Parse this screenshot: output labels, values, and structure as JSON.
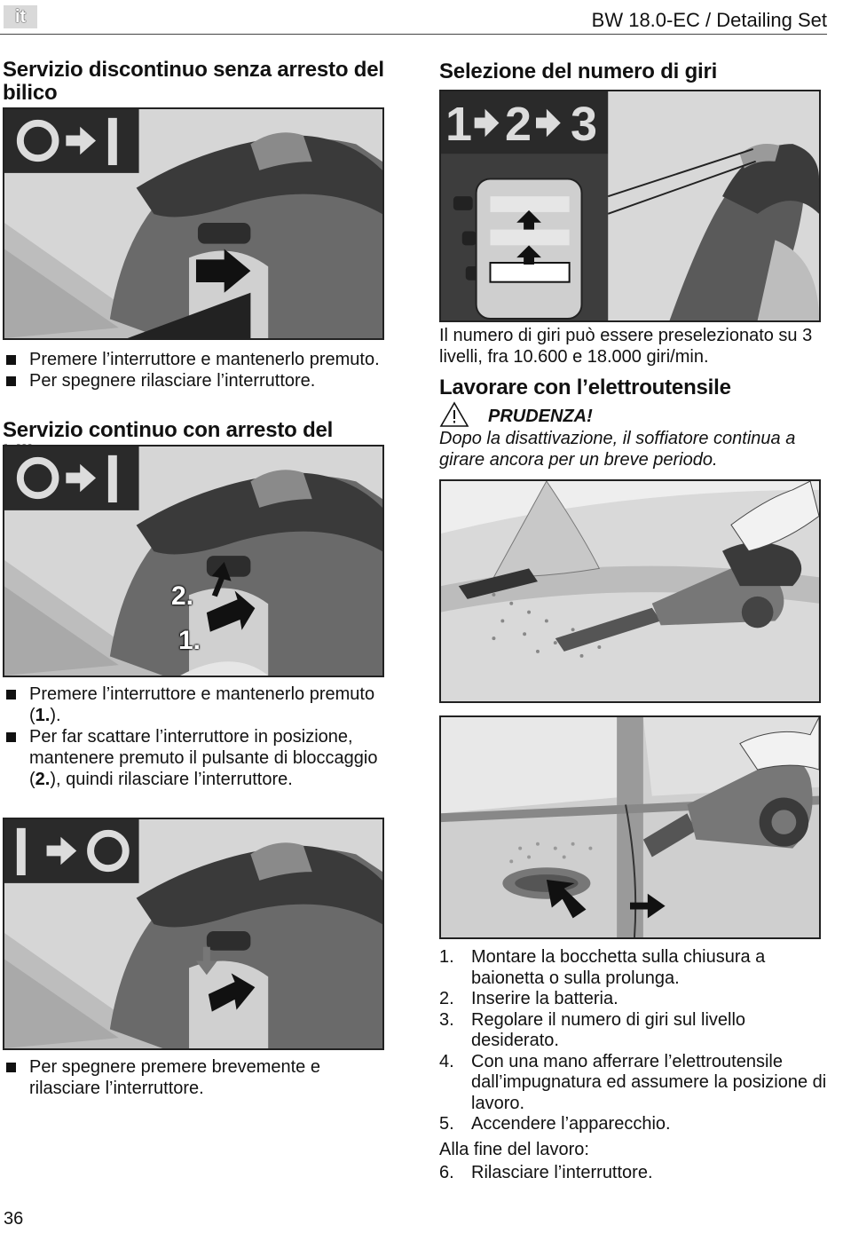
{
  "header": {
    "lang": "it",
    "doc_title": "BW 18.0-EC / Detailing Set"
  },
  "left": {
    "sec1_title": "Servizio discontinuo senza arresto del bilico",
    "sec1_bullets": [
      "Premere l’interruttore e mantenerlo premuto.",
      "Per spegnere rilasciare l’interruttore."
    ],
    "sec2_title": "Servizio continuo con arresto del bilico",
    "fig2_labels": [
      "2.",
      "1."
    ],
    "sec2_bullets_html": [
      "Premere l’interruttore e mantenerlo premuto (<b>1.</b>).",
      "Per far scattare l’interruttore in posizione, mantenere premuto il pulsante di bloccaggio (<b>2.</b>), quindi rilasciare l’interruttore."
    ],
    "sec3_bullets": [
      "Per spegnere premere brevemente e rilasciare l’interruttore."
    ]
  },
  "right": {
    "speed_title": "Selezione del numero di giri",
    "speed_levels": [
      "1",
      "2",
      "3"
    ],
    "speed_text": "Il numero di giri può essere preselezionato su 3 livelli, fra 10.600 e 18.000 giri/min.",
    "work_title": "Lavorare con l’elettroutensile",
    "warning_label": "PRUDENZA!",
    "warning_text": "Dopo la disattivazione, il soffiatore continua a girare ancora per un breve periodo.",
    "steps": [
      {
        "n": "1.",
        "text": "Montare la bocchetta sulla chiusura a baionetta o sulla prolunga."
      },
      {
        "n": "2.",
        "text": "Inserire la batteria."
      },
      {
        "n": "3.",
        "text": "Regolare il numero di giri sul livello desiderato."
      },
      {
        "n": "4.",
        "text": "Con una mano afferrare l’elettroutensile dall’impugnatura ed assumere la posizione di lavoro."
      },
      {
        "n": "5.",
        "text": "Accendere l’apparecchio."
      }
    ],
    "end_label": "Alla fine del lavoro:",
    "final_step": {
      "n": "6.",
      "text": "Rilasciare l’interruttore."
    }
  },
  "footer": {
    "page_number": "36"
  },
  "colors": {
    "figure_bg": "#cfcfcf",
    "dark": "#2a2a2a",
    "arrow": "#111111"
  }
}
